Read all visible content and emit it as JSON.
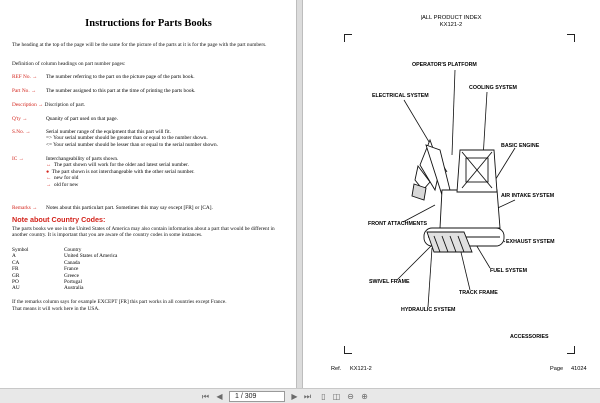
{
  "left_page": {
    "title": "Instructions for Parts Books",
    "intro": "The heading at the top of the page will be the same for the picture of the parts at it is for the page with the part numbers.",
    "definition": "Definition of column headings on part number pages:",
    "ref_label": "REF No.",
    "ref_desc": "The number referring to the part on the picture page of the parts book.",
    "part_label": "Part No.",
    "part_desc": "The number assigned to this part at the time of printing the parts book.",
    "description_label": "Description",
    "description_desc": "Discription of part.",
    "qty_label": "Q'ty",
    "qty_desc": "Quanity of part used on that page.",
    "sno_label": "S.No.",
    "sno_desc": "Serial number range of the equipment that this part will fit.",
    "sno_1": "=> Your serial number should be greater than or equal to the number shown.",
    "sno_2": "<= Your serial number should be lesser than or equal to the serial number shown.",
    "ic_label": "IC",
    "ic_desc": "Interchangeability of parts shown.",
    "ic_1": "The part shown will work for the older and latest serial number.",
    "ic_2": "The part shown is not interchangeable with the other serial number.",
    "ic_3": "new for old",
    "ic_4": "old for new",
    "remarks_label": "Remarks",
    "remarks_desc": "Notes about this particulart part. Sometimes this may say except [FR] or [CA].",
    "country_heading": "Note about Country Codes:",
    "country_text": "The parts books we use in the United States of America may also contain information about a part that would be different in another country. It is important that you are aware of the country codes in some instances.",
    "codes_header": [
      "Symbol",
      "Country"
    ],
    "codes": [
      [
        "A",
        "United States of America"
      ],
      [
        "CA",
        "Canada"
      ],
      [
        "FR",
        "France"
      ],
      [
        "GR",
        "Greece"
      ],
      [
        "PO",
        "Portugal"
      ],
      [
        "AU",
        "Australia"
      ]
    ],
    "closing_1": "If the remarks column says for example EXCEPT [FR] this part works in all countries except France.",
    "closing_2": "That means it will work here in the USA."
  },
  "right_page": {
    "header_1": "|ALL PRODUCT INDEX",
    "header_2": "KX121-2",
    "labels": {
      "operators_platform": "OPERATOR'S PLATFORM",
      "electrical_system": "ELECTRICAL SYSTEM",
      "cooling_system": "COOLING SYSTEM",
      "basic_engine": "BASIC ENGINE",
      "air_intake_system": "AIR INTAKE SYSTEM",
      "front_attachments": "FRONT ATTACHMENTS",
      "exhaust_system": "EXHAUST SYSTEM",
      "fuel_system": "FUEL SYSTEM",
      "swivel_frame": "SWIVEL FRAME",
      "track_frame": "TRACK FRAME",
      "hydraulic_system": "HYDRAULIC SYSTEM",
      "accessories": "ACCESSORIES"
    },
    "footer_ref_label": "Ref.",
    "footer_ref_value": "KX121-2",
    "footer_page_label": "Page",
    "footer_page_value": "41024"
  },
  "toolbar": {
    "page_field": "1 / 309",
    "icons": [
      "first-page-icon",
      "prev-page-icon",
      "next-page-icon",
      "last-page-icon",
      "single-page-icon",
      "two-page-icon",
      "zoom-out-icon",
      "zoom-in-icon"
    ]
  },
  "colors": {
    "accent_red": "#d3231b"
  }
}
